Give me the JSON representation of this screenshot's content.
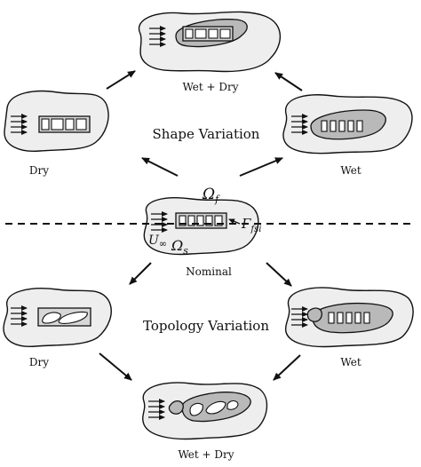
{
  "labels": {
    "top": "Wet + Dry",
    "shape_left": "Dry",
    "shape_right": "Wet",
    "shape_title": "Shape Variation",
    "nominal": "Nominal",
    "topo_left": "Dry",
    "topo_right": "Wet",
    "topo_title": "Topology Variation",
    "bottom": "Wet + Dry"
  },
  "math": {
    "omega": "Ω",
    "omega_f_sub": "f",
    "omega_s_sub": "s",
    "gamma": "Γ",
    "gamma_sub": "fsi",
    "u": "U",
    "u_sub": "∞"
  }
}
